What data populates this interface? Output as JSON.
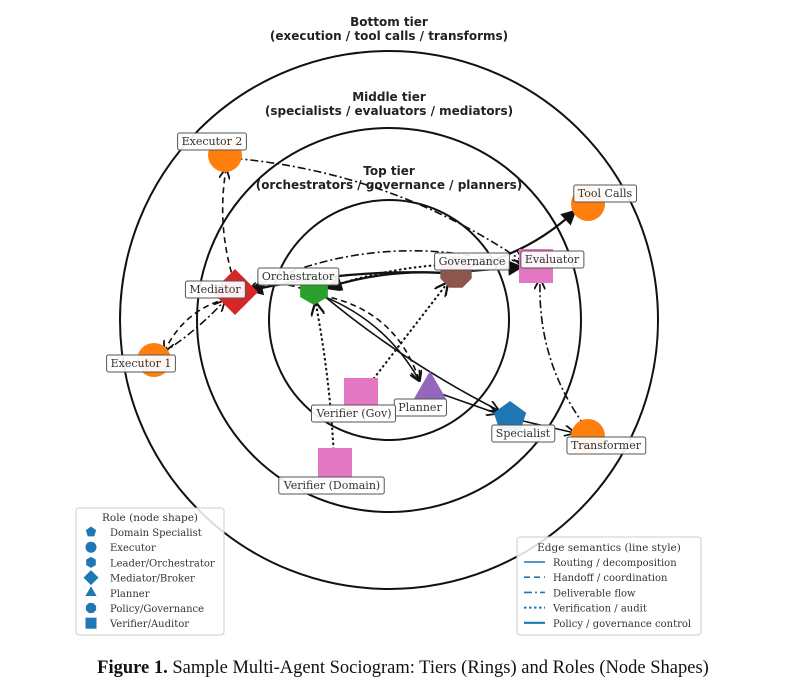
{
  "tiers": [
    {
      "id": "top",
      "title": "Top tier",
      "subtitle": "(orchestrators / governance / planners)"
    },
    {
      "id": "middle",
      "title": "Middle tier",
      "subtitle": "(specialists / evaluators / mediators)"
    },
    {
      "id": "bottom",
      "title": "Bottom tier",
      "subtitle": "(execution / tool calls / transforms)"
    }
  ],
  "colors": {
    "executor": "#ff7f0e",
    "orchestrator": "#2ca02c",
    "governance": "#8c564b",
    "mediator": "#d62728",
    "planner": "#9467bd",
    "specialist": "#1f77b4",
    "verifier": "#e377c2",
    "legend": "#1f77b4",
    "ring": "#111111",
    "edge": "#111111"
  },
  "nodes": [
    {
      "id": "orchestrator",
      "label": "Orchestrator",
      "role": "Leader/Orchestrator",
      "tier": "top",
      "shape": "hexagon",
      "color": "#2ca02c"
    },
    {
      "id": "governance",
      "label": "Governance",
      "role": "Policy/Governance",
      "tier": "top",
      "shape": "octagon",
      "color": "#8c564b"
    },
    {
      "id": "planner",
      "label": "Planner",
      "role": "Planner",
      "tier": "top",
      "shape": "triangle",
      "color": "#9467bd"
    },
    {
      "id": "verifier_gov",
      "label": "Verifier (Gov)",
      "role": "Verifier/Auditor",
      "tier": "top",
      "shape": "square",
      "color": "#e377c2"
    },
    {
      "id": "mediator",
      "label": "Mediator",
      "role": "Mediator/Broker",
      "tier": "middle",
      "shape": "diamond",
      "color": "#d62728"
    },
    {
      "id": "evaluator",
      "label": "Evaluator",
      "role": "Verifier/Auditor",
      "tier": "middle",
      "shape": "square",
      "color": "#e377c2"
    },
    {
      "id": "specialist",
      "label": "Specialist",
      "role": "Domain Specialist",
      "tier": "middle",
      "shape": "pentagon",
      "color": "#1f77b4"
    },
    {
      "id": "verifier_domain",
      "label": "Verifier (Domain)",
      "role": "Verifier/Auditor",
      "tier": "middle",
      "shape": "square",
      "color": "#e377c2"
    },
    {
      "id": "executor2",
      "label": "Executor 2",
      "role": "Executor",
      "tier": "bottom",
      "shape": "circle",
      "color": "#ff7f0e"
    },
    {
      "id": "executor1",
      "label": "Executor 1",
      "role": "Executor",
      "tier": "bottom",
      "shape": "circle",
      "color": "#ff7f0e"
    },
    {
      "id": "toolcalls",
      "label": "Tool Calls",
      "role": "Executor",
      "tier": "bottom",
      "shape": "circle",
      "color": "#ff7f0e"
    },
    {
      "id": "transformer",
      "label": "Transformer",
      "role": "Executor",
      "tier": "bottom",
      "shape": "circle",
      "color": "#ff7f0e"
    }
  ],
  "edges": [
    {
      "from": "governance",
      "to": "orchestrator",
      "type": "policy"
    },
    {
      "from": "governance",
      "to": "mediator",
      "type": "policy"
    },
    {
      "from": "governance",
      "to": "evaluator",
      "type": "policy"
    },
    {
      "from": "governance",
      "to": "toolcalls",
      "type": "policy"
    },
    {
      "from": "orchestrator",
      "to": "planner",
      "type": "routing"
    },
    {
      "from": "orchestrator",
      "to": "specialist",
      "type": "routing"
    },
    {
      "from": "orchestrator",
      "to": "planner",
      "type": "handoff"
    },
    {
      "from": "orchestrator",
      "to": "mediator",
      "type": "handoff"
    },
    {
      "from": "mediator",
      "to": "executor2",
      "type": "handoff"
    },
    {
      "from": "mediator",
      "to": "executor1",
      "type": "handoff"
    },
    {
      "from": "executor1",
      "to": "mediator",
      "type": "deliverable"
    },
    {
      "from": "executor2",
      "to": "evaluator",
      "type": "deliverable"
    },
    {
      "from": "mediator",
      "to": "evaluator",
      "type": "deliverable"
    },
    {
      "from": "transformer",
      "to": "evaluator",
      "type": "deliverable"
    },
    {
      "from": "planner",
      "to": "specialist",
      "type": "routing"
    },
    {
      "from": "specialist",
      "to": "transformer",
      "type": "routing"
    },
    {
      "from": "verifier_gov",
      "to": "governance",
      "type": "verification"
    },
    {
      "from": "verifier_domain",
      "to": "orchestrator",
      "type": "verification"
    },
    {
      "from": "evaluator",
      "to": "orchestrator",
      "type": "verification"
    }
  ],
  "role_legend": {
    "title": "Role (node shape)",
    "items": [
      {
        "label": "Domain Specialist",
        "shape": "pentagon"
      },
      {
        "label": "Executor",
        "shape": "circle"
      },
      {
        "label": "Leader/Orchestrator",
        "shape": "hexagon"
      },
      {
        "label": "Mediator/Broker",
        "shape": "diamond"
      },
      {
        "label": "Planner",
        "shape": "triangle"
      },
      {
        "label": "Policy/Governance",
        "shape": "octagon"
      },
      {
        "label": "Verifier/Auditor",
        "shape": "square"
      }
    ]
  },
  "edge_legend": {
    "title": "Edge semantics (line style)",
    "items": [
      {
        "label": "Routing / decomposition",
        "style": "routing"
      },
      {
        "label": "Handoff / coordination",
        "style": "handoff"
      },
      {
        "label": "Deliverable flow",
        "style": "deliverable"
      },
      {
        "label": "Verification / audit",
        "style": "verification"
      },
      {
        "label": "Policy / governance control",
        "style": "policy"
      }
    ]
  },
  "caption": {
    "prefix": "Figure 1.",
    "text": "Sample Multi-Agent Sociogram: Tiers (Rings) and Roles (Node Shapes)"
  }
}
